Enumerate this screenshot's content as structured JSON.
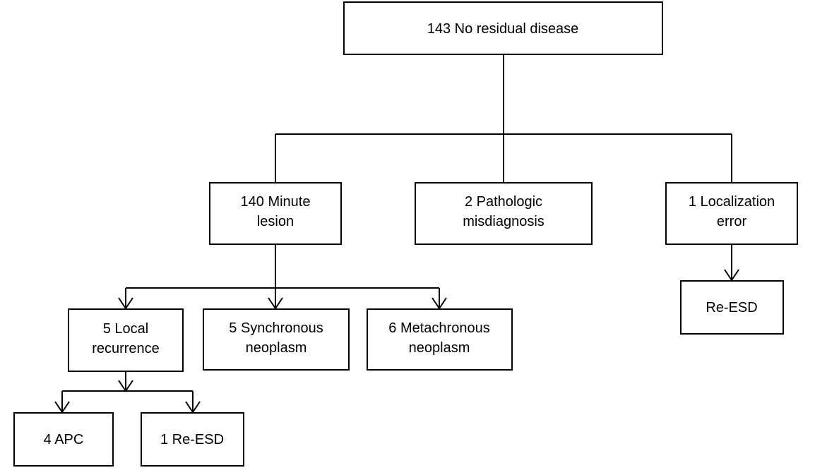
{
  "nodes": {
    "root": {
      "line1": "143 No residual disease"
    },
    "minute_lesion": {
      "line1": "140 Minute",
      "line2": "lesion"
    },
    "pathologic_misdiagnosis": {
      "line1": "2 Pathologic",
      "line2": "misdiagnosis"
    },
    "localization_error": {
      "line1": "1 Localization",
      "line2": "error"
    },
    "re_esd_right": {
      "line1": "Re-ESD"
    },
    "local_recurrence": {
      "line1": "5 Local",
      "line2": "recurrence"
    },
    "synchronous_neoplasm": {
      "line1": "5 Synchronous",
      "line2": "neoplasm"
    },
    "metachronous_neoplasm": {
      "line1": "6 Metachronous",
      "line2": "neoplasm"
    },
    "apc": {
      "line1": "4 APC"
    },
    "re_esd_left": {
      "line1": "1 Re-ESD"
    }
  },
  "colors": {
    "stroke": "#000000",
    "fill": "#ffffff",
    "text": "#000000"
  }
}
